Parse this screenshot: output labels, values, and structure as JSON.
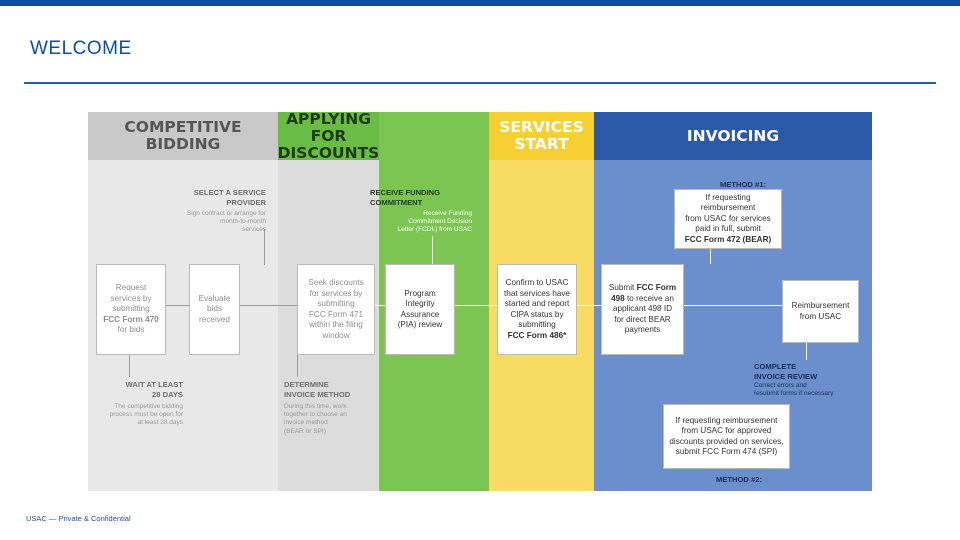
{
  "slide": {
    "title": "WELCOME",
    "footer": "USAC — Private & Confidential"
  },
  "diagram": {
    "columns": {
      "competitive_bidding": {
        "header": "COMPETITIVE\nBIDDING",
        "color": "#c9c9c9"
      },
      "applying": {
        "header": "APPLYING FOR\nDISCOUNTS",
        "color": "#69bd45"
      },
      "services_start": {
        "header": "SERVICES\nSTART",
        "color": "#f6cf33"
      },
      "invoicing": {
        "header": "INVOICING",
        "color": "#2b59a8"
      }
    },
    "select_provider": {
      "title": "SELECT A SERVICE\nPROVIDER",
      "text": "Sign contract or arrange for\nmonth-to-month\nservices"
    },
    "request_box": {
      "pre": "Request\nservices by\nsubmitting",
      "form": "FCC Form 470",
      "post": "for bids"
    },
    "evaluate_box": {
      "text": "Evaluate\nbids\nreceived"
    },
    "wait": {
      "title": "WAIT AT LEAST\n28 DAYS",
      "text": "The competitive bidding\nprocess must be open for\nat least 28 days"
    },
    "seek_box": {
      "text": "Seek discounts\nfor services by\nsubmitting\nFCC Form 471\nwithin the filing\nwindow"
    },
    "receive": {
      "title": "RECEIVE FUNDING\nCOMMITMENT",
      "text": "Receive Funding\nCommitment Decision\nLetter (FCDL) from USAC"
    },
    "pia_box": {
      "text": "Program\nIntegrity\nAssurance\n(PIA) review"
    },
    "determine": {
      "title": "DETERMINE\nINVOICE METHOD",
      "text": "During this time, work\ntogether to choose an\ninvoice method\n(BEAR or SPI)"
    },
    "confirm_box": {
      "pre": "Confirm to USAC\nthat services have\nstarted and report\nCIPA status by\nsubmitting",
      "form": "FCC Form 486*"
    },
    "method1_label": "METHOD #1:",
    "bear_box": {
      "pre": "If requesting reimbursement\nfrom USAC for services\npaid in full, submit",
      "form": "FCC Form 472 (BEAR)"
    },
    "submit498_box": {
      "pre": "Submit ",
      "form": "FCC Form\n498",
      "post": " to receive an\napplicant 498 ID\nfor direct BEAR\npayments"
    },
    "reimbursement_box": {
      "text": "Reimbursement\nfrom USAC"
    },
    "complete": {
      "title": "COMPLETE\nINVOICE REVIEW",
      "text": "Correct errors and\nresubmit forms if necessary"
    },
    "spi_box": {
      "text": "If requesting reimbursement\nfrom USAC for approved\ndiscounts provided on services,\nsubmit FCC Form 474 (SPI)"
    },
    "method2_label": "METHOD #2:"
  }
}
